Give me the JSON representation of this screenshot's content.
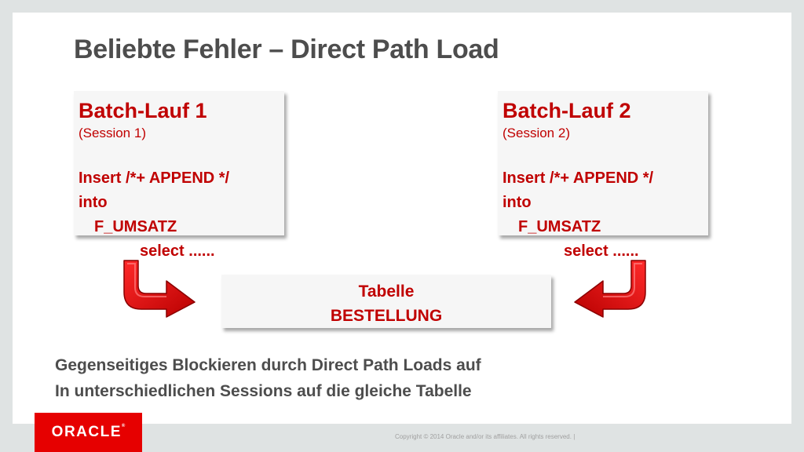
{
  "slide": {
    "title": "Beliebte Fehler – Direct Path Load",
    "batch1": {
      "title": "Batch-Lauf 1",
      "session": "(Session 1)",
      "sql_line1": "Insert /*+ APPEND */",
      "sql_line2": "into",
      "sql_line3": "F_UMSATZ",
      "sql_line4": "select ......"
    },
    "batch2": {
      "title": "Batch-Lauf 2",
      "session": "(Session 2)",
      "sql_line1": "Insert /*+ APPEND */",
      "sql_line2": "into",
      "sql_line3": "F_UMSATZ",
      "sql_line4": "select ......"
    },
    "table": {
      "line1": "Tabelle",
      "line2": "BESTELLUNG"
    },
    "caption": {
      "line1": "Gegenseitiges Blockieren durch Direct Path Loads auf",
      "line2": "In unterschiedlichen Sessions auf die gleiche Tabelle"
    }
  },
  "footer": {
    "logo": "ORACLE",
    "trademark": "®",
    "copyright": "Copyright © 2014 Oracle and/or its affiliates. All rights reserved.  |"
  },
  "icons": {
    "left_arrow": "curved-arrow-right-icon",
    "right_arrow": "curved-arrow-left-icon"
  },
  "colors": {
    "accent_red": "#c00000",
    "arrow_red": "#e60000",
    "title_gray": "#4d4d4d",
    "background": "#dfe3e3"
  }
}
